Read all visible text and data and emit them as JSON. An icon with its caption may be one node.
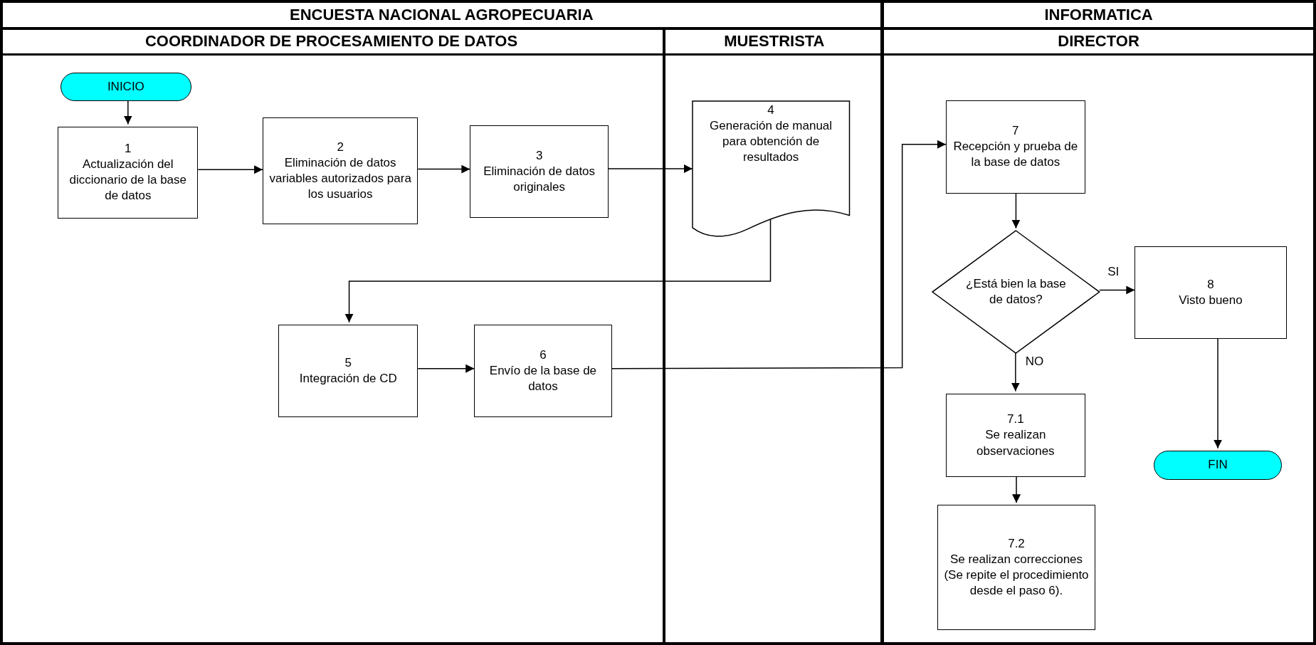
{
  "diagram": {
    "nodes": [
      {
        "text": [
          "ENCUESTA NACIONAL AGROPECUARIA"
        ]
      },
      {
        "text": [
          "COORDINADOR DE PROCESAMIENTO DE DATOS"
        ],
        "in": 0
      },
      {
        "text": [
          "MUESTRISTA"
        ],
        "in": 0
      },
      {
        "text": [
          "INFORMATICA"
        ]
      },
      {
        "text": [
          "DIRECTOR"
        ],
        "in": 3
      },
      {
        "text": [
          "INICIO"
        ],
        "in": 1
      },
      {
        "text": [
          "1",
          "Actualización del diccionario de la base de datos"
        ],
        "in": 1
      },
      {
        "text": [
          "2",
          "Eliminación de datos variables autorizados para los usuarios"
        ],
        "in": 1
      },
      {
        "text": [
          "3",
          "Eliminación de datos originales"
        ],
        "in": 1
      },
      {
        "text": [
          "4",
          "Generación de manual para obtención de resultados"
        ],
        "in": 2
      },
      {
        "text": [
          "5",
          "Integración de CD"
        ],
        "in": 1
      },
      {
        "text": [
          "6",
          "Envío de la base de datos"
        ],
        "in": 1
      },
      {
        "text": [
          "7",
          "Recepción y prueba de la base de datos"
        ],
        "in": 4
      },
      {
        "text": [
          "¿Está bien la base de datos?"
        ],
        "in": 4
      },
      {
        "text": [
          "8",
          "Visto bueno"
        ],
        "in": 4
      },
      {
        "text": [
          "7.1",
          "Se realizan observaciones"
        ],
        "in": 4
      },
      {
        "text": [
          "7.2",
          "Se realizan correcciones (Se repite el procedimiento desde el paso 6)."
        ],
        "in": 4
      },
      {
        "text": [
          "FIN"
        ],
        "in": 4
      }
    ],
    "edges": [
      {
        "from": 5,
        "to": 6,
        "arrow": "to"
      },
      {
        "from": 6,
        "to": 7,
        "arrow": "to"
      },
      {
        "from": 7,
        "to": 8,
        "arrow": "to"
      },
      {
        "from": 8,
        "to": 9,
        "arrow": "to"
      },
      {
        "from": 9,
        "to": 10,
        "arrow": "to"
      },
      {
        "from": 10,
        "to": 11,
        "arrow": "to"
      },
      {
        "from": 11,
        "to": 12,
        "arrow": "to"
      },
      {
        "from": 12,
        "to": 13,
        "arrow": "to"
      },
      {
        "from": 13,
        "to": 14,
        "arrow": "to",
        "label": "SI"
      },
      {
        "from": 13,
        "to": 15,
        "arrow": "to",
        "label": "NO"
      },
      {
        "from": 15,
        "to": 16,
        "arrow": "to"
      },
      {
        "from": 14,
        "to": 17,
        "arrow": "to"
      }
    ]
  }
}
